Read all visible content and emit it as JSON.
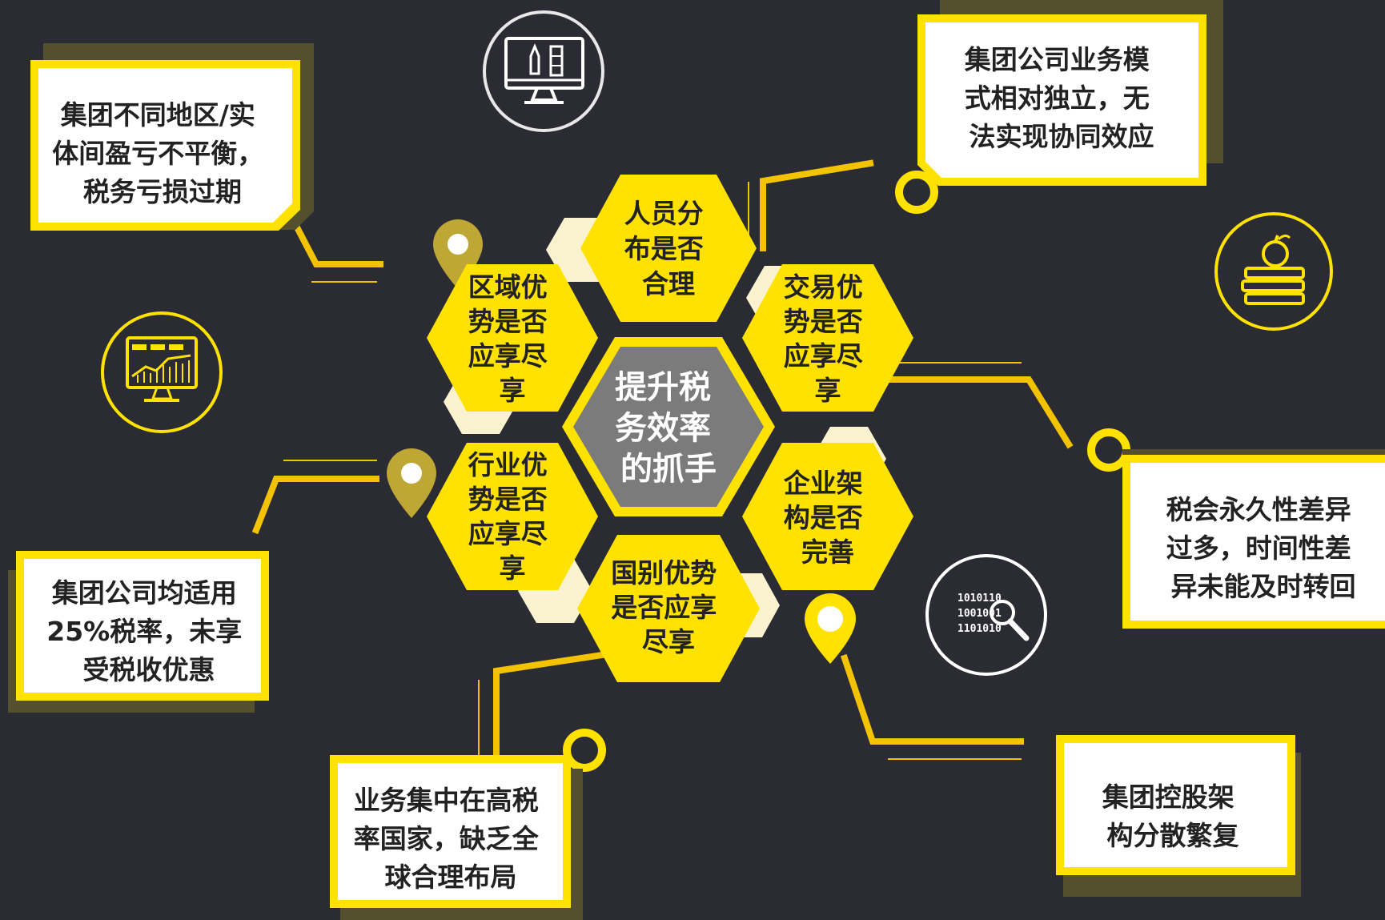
{
  "colors": {
    "background": "#2b2b34",
    "accent_yellow": "#ffe200",
    "olive_shadow": "#54502e",
    "center_fill": "#7b7b7b",
    "pale_hex": "#fbf3cf",
    "line_color": "#f3c300"
  },
  "center": {
    "lines": [
      "提升税",
      "务效率",
      "的抓手"
    ]
  },
  "hexagons": [
    {
      "id": "personnel",
      "lines": [
        "人员分",
        "布是否",
        "合理"
      ]
    },
    {
      "id": "regional",
      "lines": [
        "区域优",
        "势是否",
        "应享尽",
        "享"
      ]
    },
    {
      "id": "transaction",
      "lines": [
        "交易优",
        "势是否",
        "应享尽",
        "享"
      ]
    },
    {
      "id": "industry",
      "lines": [
        "行业优",
        "势是否",
        "应享尽",
        "享"
      ]
    },
    {
      "id": "enterprise",
      "lines": [
        "企业架",
        "构是否",
        "完善"
      ]
    },
    {
      "id": "country",
      "lines": [
        "国别优势",
        "是否应享",
        "尽享"
      ]
    }
  ],
  "callouts": [
    {
      "id": "top-left",
      "lines": [
        "集团不同地区/实",
        "体间盈亏不平衡，",
        "税务亏损过期"
      ]
    },
    {
      "id": "top-right",
      "lines": [
        "集团公司业务模",
        "式相对独立，无",
        "法实现协同效应"
      ]
    },
    {
      "id": "mid-right",
      "lines": [
        "税会永久性差异",
        "过多，时间性差",
        "异未能及时转回"
      ]
    },
    {
      "id": "left",
      "lines": [
        "集团公司均适用",
        "25%税率，未享",
        "受税收优惠"
      ]
    },
    {
      "id": "bottom",
      "lines": [
        "业务集中在高税",
        "率国家，缺乏全",
        "球合理布局"
      ]
    },
    {
      "id": "bottom-right",
      "lines": [
        "集团控股架",
        "构分散繁复"
      ]
    }
  ],
  "icons": {
    "design_monitor": {
      "name": "design-monitor-icon"
    },
    "chart_monitor": {
      "name": "chart-monitor-icon"
    },
    "books_apple": {
      "name": "books-apple-icon"
    },
    "binary_search": {
      "name": "binary-search-icon",
      "lines": [
        "1010110",
        "1001001",
        "1101010"
      ]
    }
  }
}
